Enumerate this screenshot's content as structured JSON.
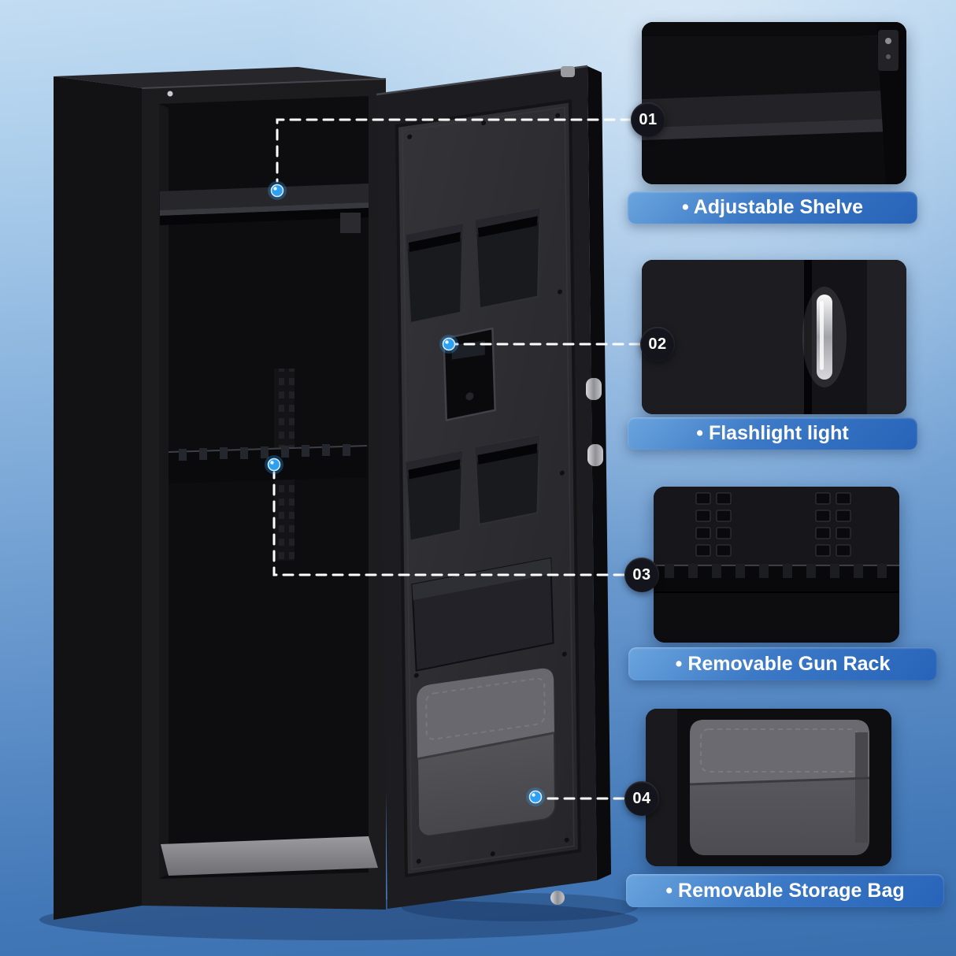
{
  "colors": {
    "accent_dot": "#2da0f2",
    "label_gradient_start": "#6ba5de",
    "label_gradient_end": "#2763b8",
    "background_top": "#c2dcf2",
    "background_bottom": "#3a6fae"
  },
  "callouts": [
    {
      "number": "01",
      "label": "• Adjustable Shelve",
      "photo_name": "shelf-detail-photo"
    },
    {
      "number": "02",
      "label": "• Flashlight light",
      "photo_name": "flashlight-detail-photo"
    },
    {
      "number": "03",
      "label": "• Removable Gun Rack",
      "photo_name": "gun-rack-detail-photo"
    },
    {
      "number": "04",
      "label": "• Removable Storage Bag",
      "photo_name": "storage-bag-detail-photo"
    }
  ]
}
